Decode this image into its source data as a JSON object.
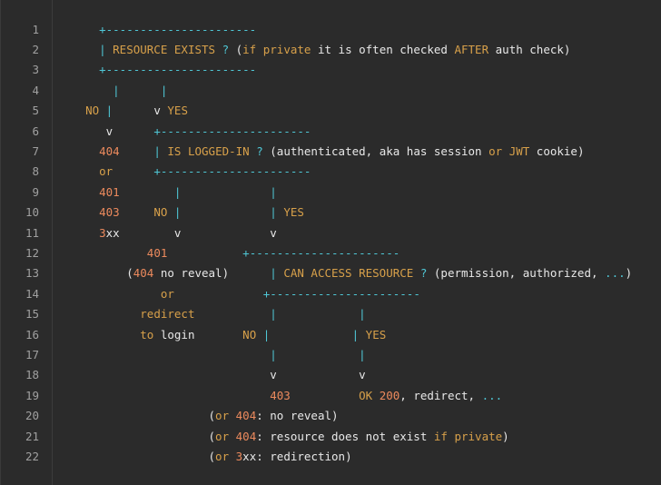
{
  "colors": {
    "background": "#2b2b2b",
    "gutter_text": "#a0a0a0",
    "default_text": "#e8e8e8",
    "cyan_symbol": "#4fc7d6",
    "keyword_orange": "#d7a04a",
    "number_orange": "#ec8a5d",
    "purple": "#b48bd9"
  },
  "lines": [
    {
      "num": "1",
      "segments": [
        {
          "t": "    +----------------------",
          "c": "c"
        }
      ]
    },
    {
      "num": "2",
      "segments": [
        {
          "t": "    | ",
          "c": "c"
        },
        {
          "t": "RESOURCE EXISTS",
          "c": "k"
        },
        {
          "t": " ? ",
          "c": "c"
        },
        {
          "t": "(",
          "c": "d"
        },
        {
          "t": "if",
          "c": "k"
        },
        {
          "t": " ",
          "c": "d"
        },
        {
          "t": "private",
          "c": "k"
        },
        {
          "t": " it is often checked ",
          "c": "d"
        },
        {
          "t": "AFTER",
          "c": "k"
        },
        {
          "t": " auth check)",
          "c": "d"
        }
      ]
    },
    {
      "num": "3",
      "segments": [
        {
          "t": "    +----------------------",
          "c": "c"
        }
      ]
    },
    {
      "num": "4",
      "segments": [
        {
          "t": "      |      |",
          "c": "c"
        }
      ]
    },
    {
      "num": "5",
      "segments": [
        {
          "t": "  ",
          "c": "d"
        },
        {
          "t": "NO",
          "c": "k"
        },
        {
          "t": " |",
          "c": "c"
        },
        {
          "t": "      v ",
          "c": "d"
        },
        {
          "t": "YES",
          "c": "k"
        }
      ]
    },
    {
      "num": "6",
      "segments": [
        {
          "t": "     v      ",
          "c": "d"
        },
        {
          "t": "+----------------------",
          "c": "c"
        }
      ]
    },
    {
      "num": "7",
      "segments": [
        {
          "t": "    ",
          "c": "d"
        },
        {
          "t": "404",
          "c": "n"
        },
        {
          "t": "     ",
          "c": "d"
        },
        {
          "t": "| ",
          "c": "c"
        },
        {
          "t": "IS LOGGED-IN",
          "c": "k"
        },
        {
          "t": " ? ",
          "c": "c"
        },
        {
          "t": "(authenticated, aka has session ",
          "c": "d"
        },
        {
          "t": "or",
          "c": "k"
        },
        {
          "t": " ",
          "c": "d"
        },
        {
          "t": "JWT",
          "c": "k"
        },
        {
          "t": " cookie)",
          "c": "d"
        }
      ]
    },
    {
      "num": "8",
      "segments": [
        {
          "t": "    ",
          "c": "d"
        },
        {
          "t": "or",
          "c": "k"
        },
        {
          "t": "      ",
          "c": "d"
        },
        {
          "t": "+----------------------",
          "c": "c"
        }
      ]
    },
    {
      "num": "9",
      "segments": [
        {
          "t": "    ",
          "c": "d"
        },
        {
          "t": "401",
          "c": "n"
        },
        {
          "t": "        ",
          "c": "d"
        },
        {
          "t": "|",
          "c": "c"
        },
        {
          "t": "             ",
          "c": "d"
        },
        {
          "t": "|",
          "c": "c"
        }
      ]
    },
    {
      "num": "10",
      "segments": [
        {
          "t": "    ",
          "c": "d"
        },
        {
          "t": "403",
          "c": "n"
        },
        {
          "t": "     ",
          "c": "d"
        },
        {
          "t": "NO",
          "c": "k"
        },
        {
          "t": " |",
          "c": "c"
        },
        {
          "t": "             ",
          "c": "d"
        },
        {
          "t": "| ",
          "c": "c"
        },
        {
          "t": "YES",
          "c": "k"
        }
      ]
    },
    {
      "num": "11",
      "segments": [
        {
          "t": "    ",
          "c": "d"
        },
        {
          "t": "3",
          "c": "n"
        },
        {
          "t": "xx",
          "c": "d"
        },
        {
          "t": "        v             v",
          "c": "d"
        }
      ]
    },
    {
      "num": "12",
      "segments": [
        {
          "t": "           ",
          "c": "d"
        },
        {
          "t": "401",
          "c": "n"
        },
        {
          "t": "           ",
          "c": "d"
        },
        {
          "t": "+----------------------",
          "c": "c"
        }
      ]
    },
    {
      "num": "13",
      "segments": [
        {
          "t": "        (",
          "c": "d"
        },
        {
          "t": "404",
          "c": "n"
        },
        {
          "t": " no reveal)      ",
          "c": "d"
        },
        {
          "t": "| ",
          "c": "c"
        },
        {
          "t": "CAN ACCESS RESOURCE",
          "c": "k"
        },
        {
          "t": " ? ",
          "c": "c"
        },
        {
          "t": "(permission, authorized, ",
          "c": "d"
        },
        {
          "t": "...",
          "c": "c"
        },
        {
          "t": ")",
          "c": "d"
        }
      ]
    },
    {
      "num": "14",
      "segments": [
        {
          "t": "             ",
          "c": "d"
        },
        {
          "t": "or",
          "c": "k"
        },
        {
          "t": "             ",
          "c": "d"
        },
        {
          "t": "+----------------------",
          "c": "c"
        }
      ]
    },
    {
      "num": "15",
      "segments": [
        {
          "t": "          ",
          "c": "d"
        },
        {
          "t": "redirect",
          "c": "k"
        },
        {
          "t": "           ",
          "c": "d"
        },
        {
          "t": "|",
          "c": "c"
        },
        {
          "t": "            ",
          "c": "d"
        },
        {
          "t": "|",
          "c": "c"
        }
      ]
    },
    {
      "num": "16",
      "segments": [
        {
          "t": "          ",
          "c": "d"
        },
        {
          "t": "to",
          "c": "k"
        },
        {
          "t": " login       ",
          "c": "d"
        },
        {
          "t": "NO",
          "c": "k"
        },
        {
          "t": " |",
          "c": "c"
        },
        {
          "t": "            ",
          "c": "d"
        },
        {
          "t": "| ",
          "c": "c"
        },
        {
          "t": "YES",
          "c": "k"
        }
      ]
    },
    {
      "num": "17",
      "segments": [
        {
          "t": "                             ",
          "c": "d"
        },
        {
          "t": "|",
          "c": "c"
        },
        {
          "t": "            ",
          "c": "d"
        },
        {
          "t": "|",
          "c": "c"
        }
      ]
    },
    {
      "num": "18",
      "segments": [
        {
          "t": "                             v            v",
          "c": "d"
        }
      ]
    },
    {
      "num": "19",
      "segments": [
        {
          "t": "                             ",
          "c": "d"
        },
        {
          "t": "403",
          "c": "n"
        },
        {
          "t": "          ",
          "c": "d"
        },
        {
          "t": "OK",
          "c": "k"
        },
        {
          "t": " ",
          "c": "d"
        },
        {
          "t": "200",
          "c": "n"
        },
        {
          "t": ", redirect, ",
          "c": "d"
        },
        {
          "t": "...",
          "c": "c"
        }
      ]
    },
    {
      "num": "20",
      "segments": [
        {
          "t": "                    (",
          "c": "d"
        },
        {
          "t": "or",
          "c": "k"
        },
        {
          "t": " ",
          "c": "d"
        },
        {
          "t": "404",
          "c": "n"
        },
        {
          "t": ": no reveal)",
          "c": "d"
        }
      ]
    },
    {
      "num": "21",
      "segments": [
        {
          "t": "                    (",
          "c": "d"
        },
        {
          "t": "or",
          "c": "k"
        },
        {
          "t": " ",
          "c": "d"
        },
        {
          "t": "404",
          "c": "n"
        },
        {
          "t": ": resource does not exist ",
          "c": "d"
        },
        {
          "t": "if",
          "c": "k"
        },
        {
          "t": " ",
          "c": "d"
        },
        {
          "t": "private",
          "c": "k"
        },
        {
          "t": ")",
          "c": "d"
        }
      ]
    },
    {
      "num": "22",
      "segments": [
        {
          "t": "                    (",
          "c": "d"
        },
        {
          "t": "or",
          "c": "k"
        },
        {
          "t": " ",
          "c": "d"
        },
        {
          "t": "3",
          "c": "n"
        },
        {
          "t": "xx",
          "c": "d"
        },
        {
          "t": ": redirection)",
          "c": "d"
        }
      ]
    }
  ]
}
